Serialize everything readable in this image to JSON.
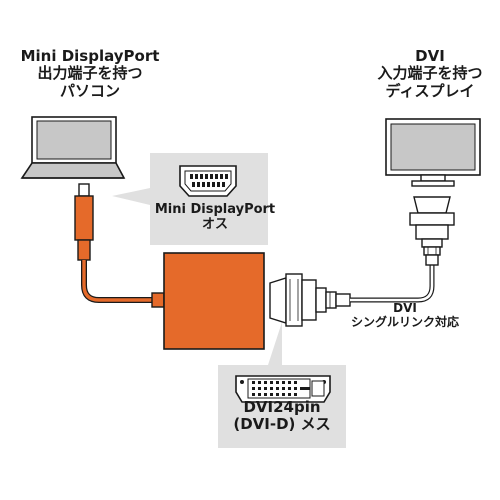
{
  "pc_label": {
    "line1": "Mini DisplayPort",
    "line2": "出力端子を持つ",
    "line3": "パソコン"
  },
  "monitor_label": {
    "line1": "DVI",
    "line2": "入力端子を持つ",
    "line3": "ディスプレイ"
  },
  "mdp_callout": {
    "line1": "Mini DisplayPort",
    "line2": "オス"
  },
  "dvi_cable_label": {
    "line1": "DVI",
    "line2": "シングルリンク対応"
  },
  "dvi24_callout": {
    "line1": "DVI24pin",
    "line2": "(DVI-D) メス"
  },
  "colors": {
    "adapter_orange": "#e56a2a",
    "callout_gray": "#e0e0e0",
    "device_gray": "#c7c7c7",
    "outline": "#1a1a1a"
  },
  "icons": [
    "laptop-icon",
    "monitor-icon",
    "adapter-icon",
    "mini-displayport-plug-icon",
    "dvi-plug-icon",
    "dvi-port-icon"
  ]
}
